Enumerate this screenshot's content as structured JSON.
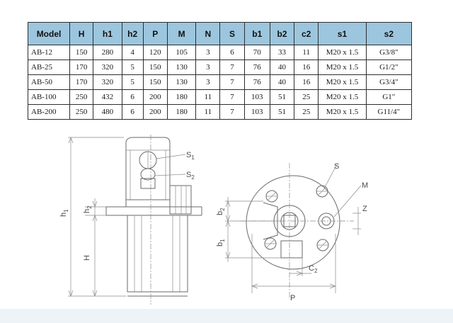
{
  "table": {
    "headers": [
      "Model",
      "H",
      "h1",
      "h2",
      "P",
      "M",
      "N",
      "S",
      "b1",
      "b2",
      "c2",
      "s1",
      "s2"
    ],
    "rows": [
      [
        "AB-12",
        "150",
        "280",
        "4",
        "120",
        "105",
        "3",
        "6",
        "70",
        "33",
        "11",
        "M20 x 1.5",
        "G3/8\""
      ],
      [
        "AB-25",
        "170",
        "320",
        "5",
        "150",
        "130",
        "3",
        "7",
        "76",
        "40",
        "16",
        "M20 x 1.5",
        "G1/2\""
      ],
      [
        "AB-50",
        "170",
        "320",
        "5",
        "150",
        "130",
        "3",
        "7",
        "76",
        "40",
        "16",
        "M20 x 1.5",
        "G3/4\""
      ],
      [
        "AB-100",
        "250",
        "432",
        "6",
        "200",
        "180",
        "11",
        "7",
        "103",
        "51",
        "25",
        "M20 x 1.5",
        "G1\""
      ],
      [
        "AB-200",
        "250",
        "480",
        "6",
        "200",
        "180",
        "11",
        "7",
        "103",
        "51",
        "25",
        "M20 x 1.5",
        "G11/4\""
      ]
    ]
  },
  "drawing": {
    "side_labels": {
      "s1": "S",
      "s1_sub": "1",
      "s2": "S",
      "s2_sub": "2",
      "h1": "h",
      "h1_sub": "1",
      "h2": "h",
      "h2_sub": "2",
      "H": "H"
    },
    "top_labels": {
      "S": "S",
      "M": "M",
      "Z": "Z",
      "b1": "b",
      "b1_sub": "1",
      "b2": "b",
      "b2_sub": "2",
      "c2": "C",
      "c2_sub": "2",
      "P": "P"
    }
  }
}
